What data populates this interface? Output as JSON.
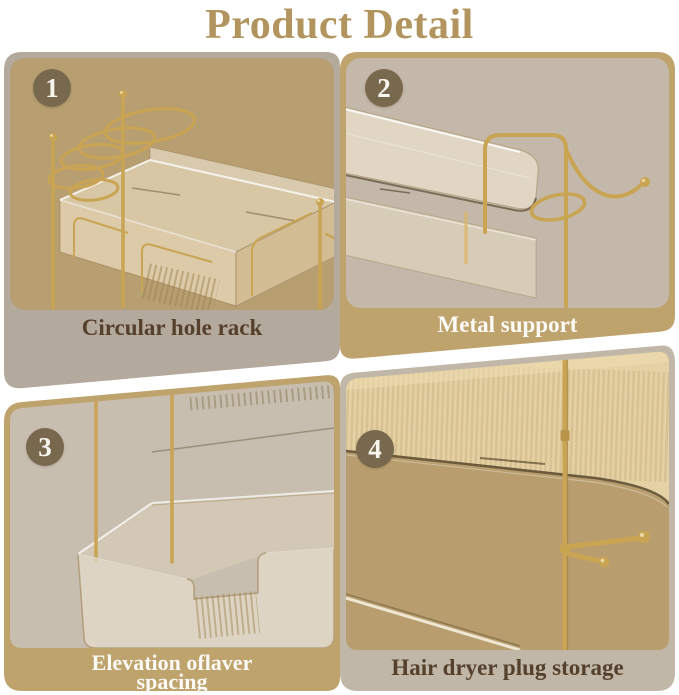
{
  "title": "Product Detail",
  "panels": [
    {
      "number": "1",
      "caption": "Circular hole rack"
    },
    {
      "number": "2",
      "caption": "Metal support"
    },
    {
      "number": "3",
      "caption_lines": [
        "Elevation oflaver",
        "spacing"
      ]
    },
    {
      "number": "4",
      "caption": "Hair dryer plug storage"
    }
  ],
  "colors": {
    "title_gold": "#b2945e",
    "card_tan": "#bfa36d",
    "card_greige": "#b3a99c",
    "card_greige_light": "#c0b7a8",
    "photo_tan": "#b89f72",
    "photo_greige": "#c3b8a9",
    "photo_greige_light": "#c8beb0",
    "photo_wall_tan": "#b89e6e",
    "badge_bg": "#78694e",
    "caption_dark": "#54402c",
    "caption_light": "#fbfaf6",
    "metal_gold": "#c9a452"
  }
}
